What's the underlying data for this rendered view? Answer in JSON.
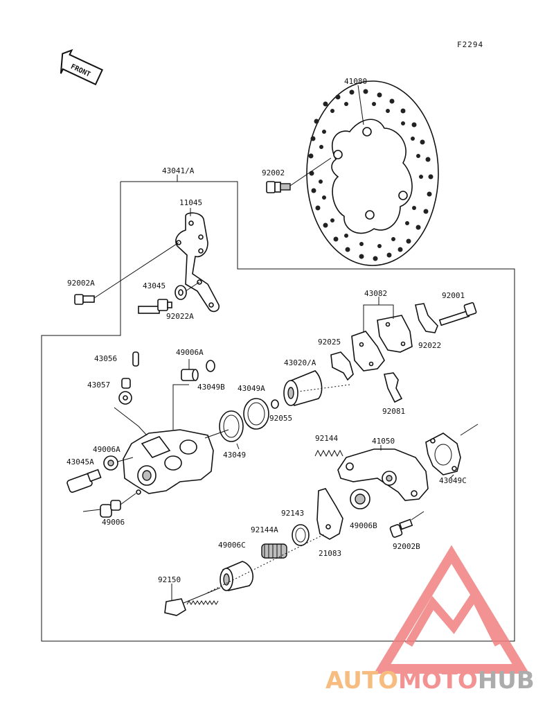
{
  "diagram_code": "F2294",
  "front_arrow_label": "FRONT",
  "watermark": {
    "part1": "AUTO",
    "part2": "MOTO",
    "part3": "HUB",
    "color_orange": "#f6b26b",
    "color_red": "#f08080",
    "color_gray": "#9e9e9e"
  },
  "labels": {
    "p41080": "41080",
    "p92002": "92002",
    "p43041A": "43041/A",
    "p11045": "11045",
    "p92002A": "92002A",
    "p43045": "43045",
    "p92022A": "92022A",
    "p43082": "43082",
    "p92001": "92001",
    "p92025": "92025",
    "p92022": "92022",
    "p43056": "43056",
    "p49006A_top": "49006A",
    "p43049B": "43049B",
    "p43020A": "43020/A",
    "p43057": "43057",
    "p43049A": "43049A",
    "p92055": "92055",
    "p92081": "92081",
    "p43049": "43049",
    "p49006A": "49006A",
    "p43045A": "43045A",
    "p49006": "49006",
    "p92144": "92144",
    "p41050": "41050",
    "p43049C": "43049C",
    "p92143": "92143",
    "p92144A": "92144A",
    "p49006B": "49006B",
    "p21083": "21083",
    "p92002B": "92002B",
    "p49006C": "49006C",
    "p92150": "92150"
  }
}
